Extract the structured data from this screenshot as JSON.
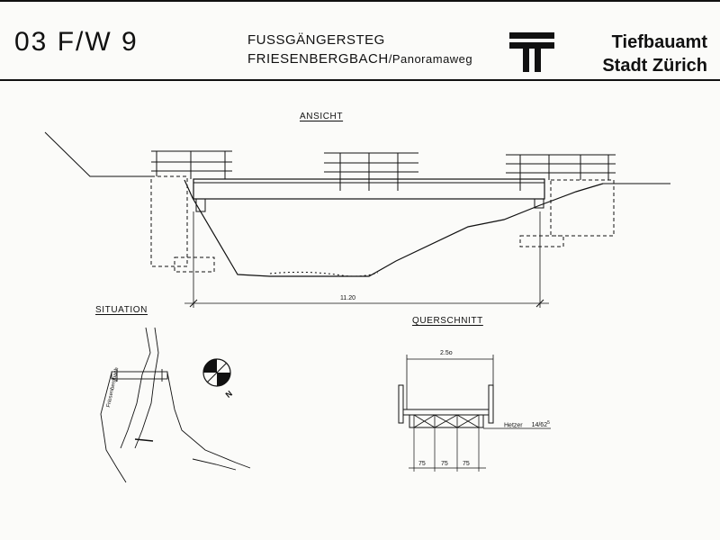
{
  "header": {
    "drawing_code": "03 F/W 9",
    "title_line1": "FUSSGÄNGERSTEG",
    "title_line2": "FRIESENBERGBACH",
    "title_line2_suffix": "/Panoramaweg",
    "org_line1": "Tiefbauamt",
    "org_line2": "Stadt Zürich"
  },
  "views": {
    "elevation_label": "ANSICHT",
    "situation_label": "SITUATION",
    "cross_section_label": "QUERSCHNITT"
  },
  "dimensions": {
    "span": "11.20",
    "deck_width": "2.5o",
    "bay_1": "75",
    "bay_2": "75",
    "bay_3": "75",
    "beam_note": "Hetzer",
    "beam_size": "14/62",
    "beam_size_sup": "5"
  },
  "situation": {
    "stream_name": "Friesenbergbach",
    "north_letter": "N"
  },
  "colors": {
    "ink": "#111111",
    "paper": "#fbfbf9"
  }
}
